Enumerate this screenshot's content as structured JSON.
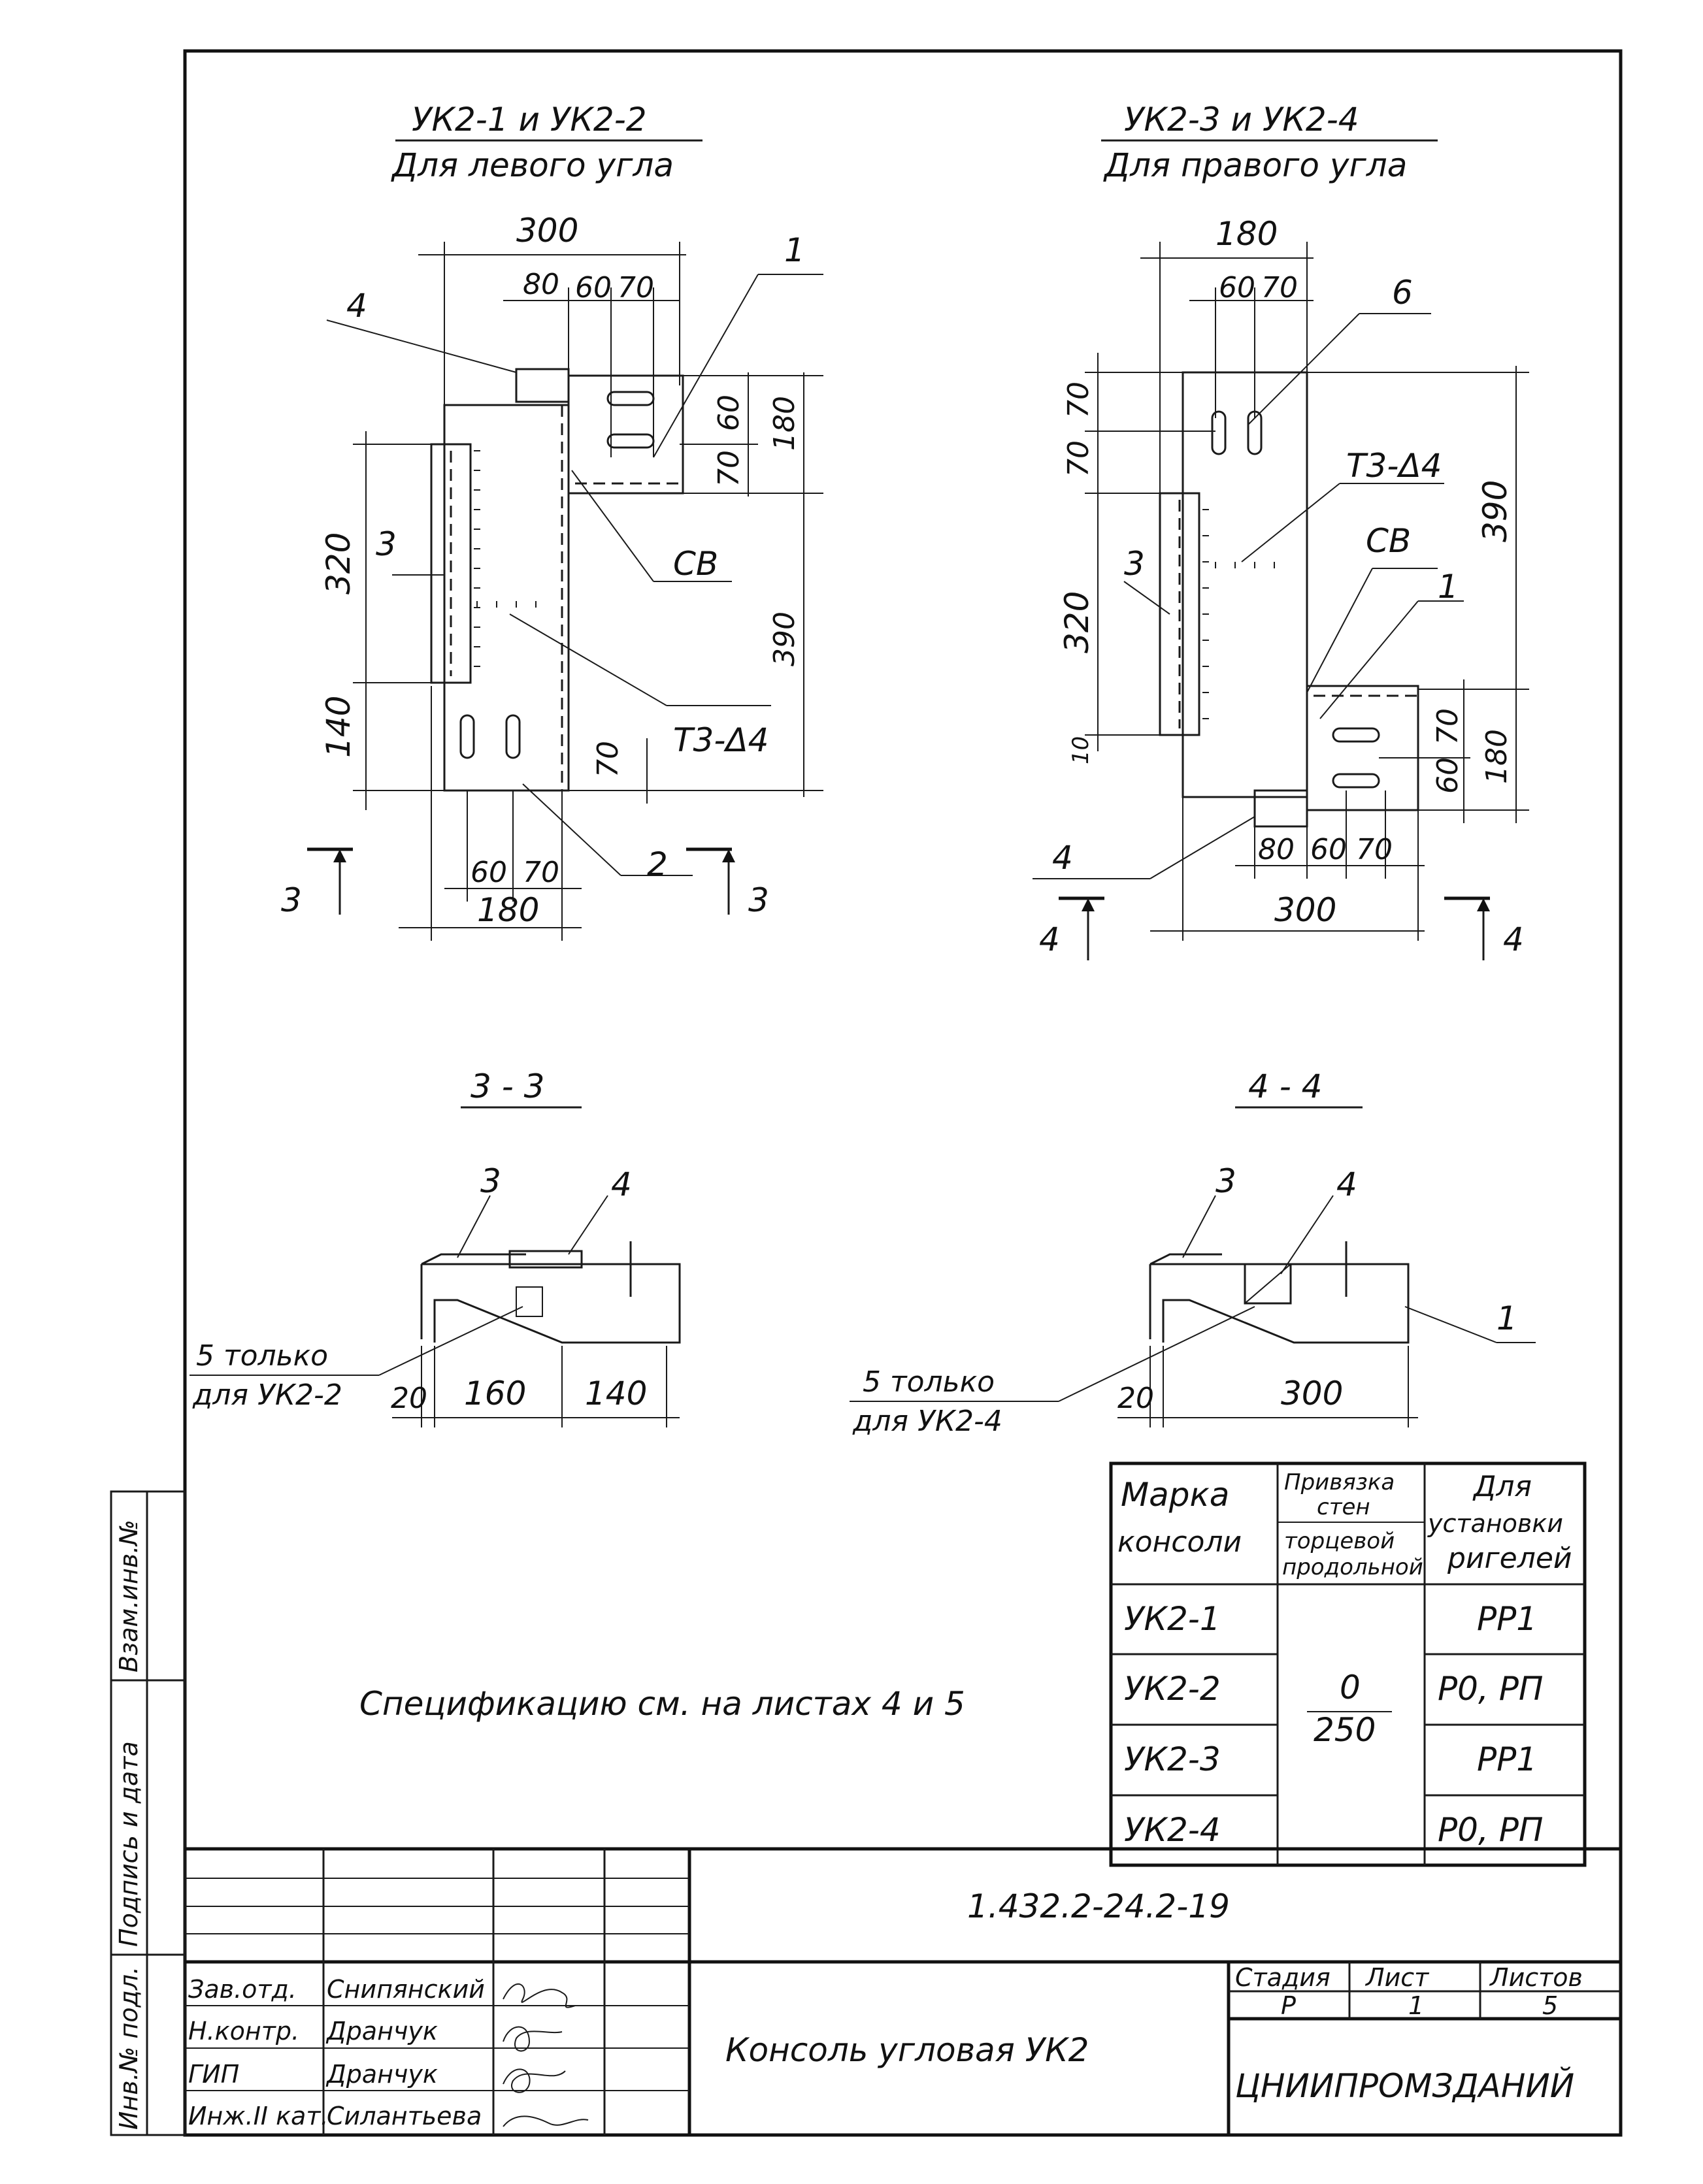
{
  "left_view": {
    "title": "УК2-1 и УК2-2",
    "subtitle": "Для левого угла",
    "dims": {
      "top_total": "300",
      "top_a": "80",
      "top_b": "60",
      "top_c": "70",
      "right_a": "70",
      "right_b": "60",
      "right_c": "70",
      "right_total": "180",
      "left_a": "320",
      "left_b": "140",
      "right_long": "390",
      "bottom_a": "60",
      "bottom_b": "70",
      "bottom_total": "180",
      "small_70": "70"
    },
    "callouts": {
      "p1": "1",
      "p2": "2",
      "p3": "3",
      "p4": "4",
      "cv": "СВ",
      "weld": "Т3-Δ4"
    },
    "section_marks": {
      "left": "3",
      "right": "3"
    }
  },
  "right_view": {
    "title": "УК2-3 и УК2-4",
    "subtitle": "Для правого угла",
    "dims": {
      "top_total": "180",
      "top_a": "60",
      "top_b": "70",
      "left_a": "70",
      "left_b": "70",
      "left_c": "320",
      "left_d": "10",
      "right_total": "390",
      "right_a": "70",
      "right_b": "60",
      "right_total2": "180",
      "bottom_a": "80",
      "bottom_b": "60",
      "bottom_c": "70",
      "bottom_total": "300"
    },
    "callouts": {
      "p1": "1",
      "p3": "3",
      "p4": "4",
      "p6": "6",
      "cv": "СВ",
      "weld": "Т3-Δ4"
    },
    "section_marks": {
      "left": "4",
      "right": "4"
    }
  },
  "section_3": {
    "title": "3 - 3",
    "callouts": {
      "p3": "3",
      "p4": "4"
    },
    "note_line1": "5 только",
    "note_line2": "для УК2-2",
    "dims": {
      "a": "20",
      "b": "160",
      "c": "140"
    }
  },
  "section_4": {
    "title": "4 - 4",
    "callouts": {
      "p3": "3",
      "p4": "4",
      "p1": "1"
    },
    "note_line1": "5 только",
    "note_line2": "для УК2-4",
    "dims": {
      "a": "20",
      "b": "300"
    }
  },
  "spec_note": "Спецификацию см. на листах 4 и 5",
  "table": {
    "h1a": "Марка",
    "h1b": "консоли",
    "h2a": "Привязка",
    "h2b": "стен",
    "h2c": "торцевой",
    "h2d": "продольной",
    "h3a": "Для",
    "h3b": "установки",
    "h3c": "ригелей",
    "rows": [
      {
        "mark": "УК2-1",
        "use": "РР1"
      },
      {
        "mark": "УК2-2",
        "use": "Р0, РП"
      },
      {
        "mark": "УК2-3",
        "use": "РР1"
      },
      {
        "mark": "УК2-4",
        "use": "Р0, РП"
      }
    ],
    "bind_a": "0",
    "bind_b": "250"
  },
  "side_stamp": {
    "a": "Инв.№ подл.",
    "b": "Подпись и дата",
    "c": "Взам.инв.№"
  },
  "title_block": {
    "doc_code": "1.432.2-24.2-19",
    "title": "Консоль угловая УК2",
    "stage_label": "Стадия",
    "sheet_label": "Лист",
    "sheets_label": "Листов",
    "stage": "Р",
    "sheet": "1",
    "sheets": "5",
    "org": "ЦНИИПРОМЗДАНИЙ",
    "roles": [
      {
        "role": "Зав.отд.",
        "name": "Снипянский"
      },
      {
        "role": "Н.контр.",
        "name": "Дранчук"
      },
      {
        "role": "ГИП",
        "name": "Дранчук"
      },
      {
        "role": "Инж.II кат.",
        "name": "Силантьева"
      }
    ]
  }
}
